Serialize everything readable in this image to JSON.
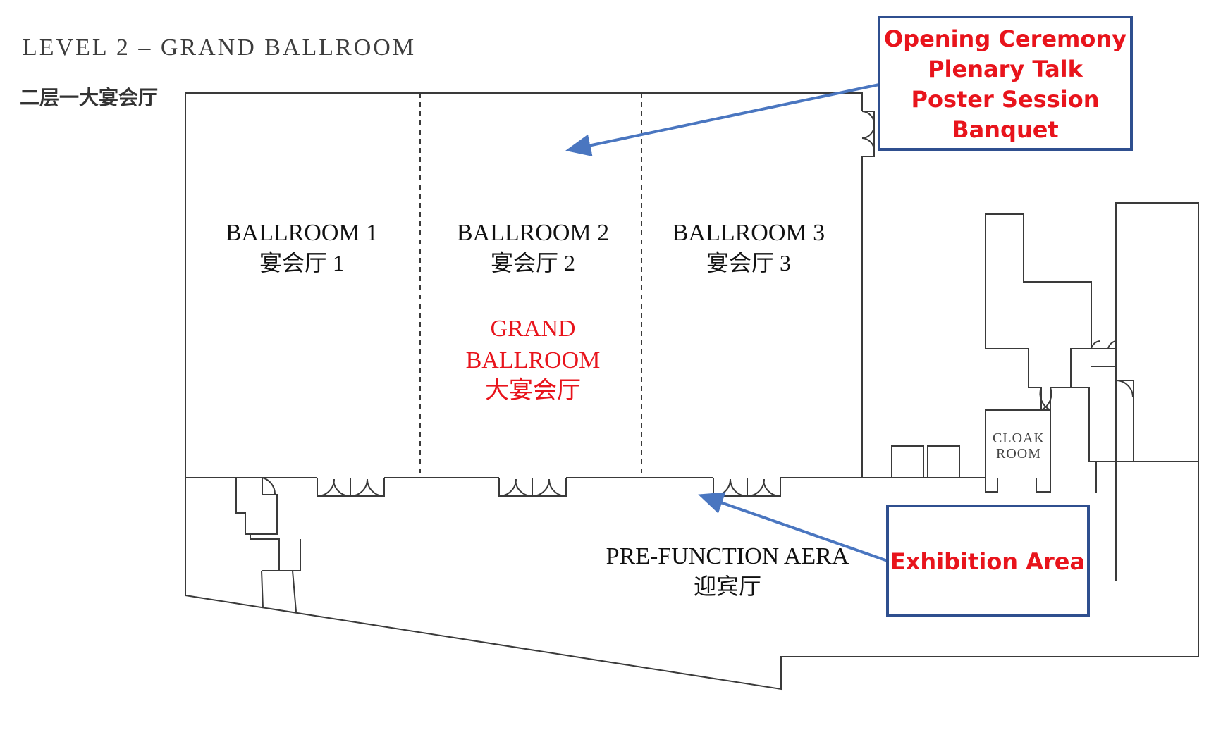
{
  "map": {
    "title": "LEVEL 2 – GRAND BALLROOM",
    "title_cn": "二层一大宴会厅",
    "rooms": [
      {
        "name": "BALLROOM 1",
        "name_cn": "宴会厅 1"
      },
      {
        "name": "BALLROOM 2",
        "name_cn": "宴会厅 2"
      },
      {
        "name": "BALLROOM 3",
        "name_cn": "宴会厅 3"
      }
    ],
    "grand_ballroom": {
      "line1": "GRAND",
      "line2": "BALLROOM",
      "line3": "大宴会厅"
    },
    "pre_function": {
      "name": "PRE-FUNCTION AERA",
      "name_cn": "迎宾厅"
    },
    "cloak_room": {
      "line1": "CLOAK",
      "line2": "ROOM"
    }
  },
  "callouts": {
    "ballroom_events": [
      "Opening Ceremony",
      "Plenary Talk",
      "Poster Session",
      "Banquet"
    ],
    "exhibition": "Exhibition Area"
  },
  "colors": {
    "wall": "#3a3a3a",
    "highlight_text": "#e8141c",
    "callout_border": "#2f4f8f",
    "arrow": "#4a76c0"
  }
}
